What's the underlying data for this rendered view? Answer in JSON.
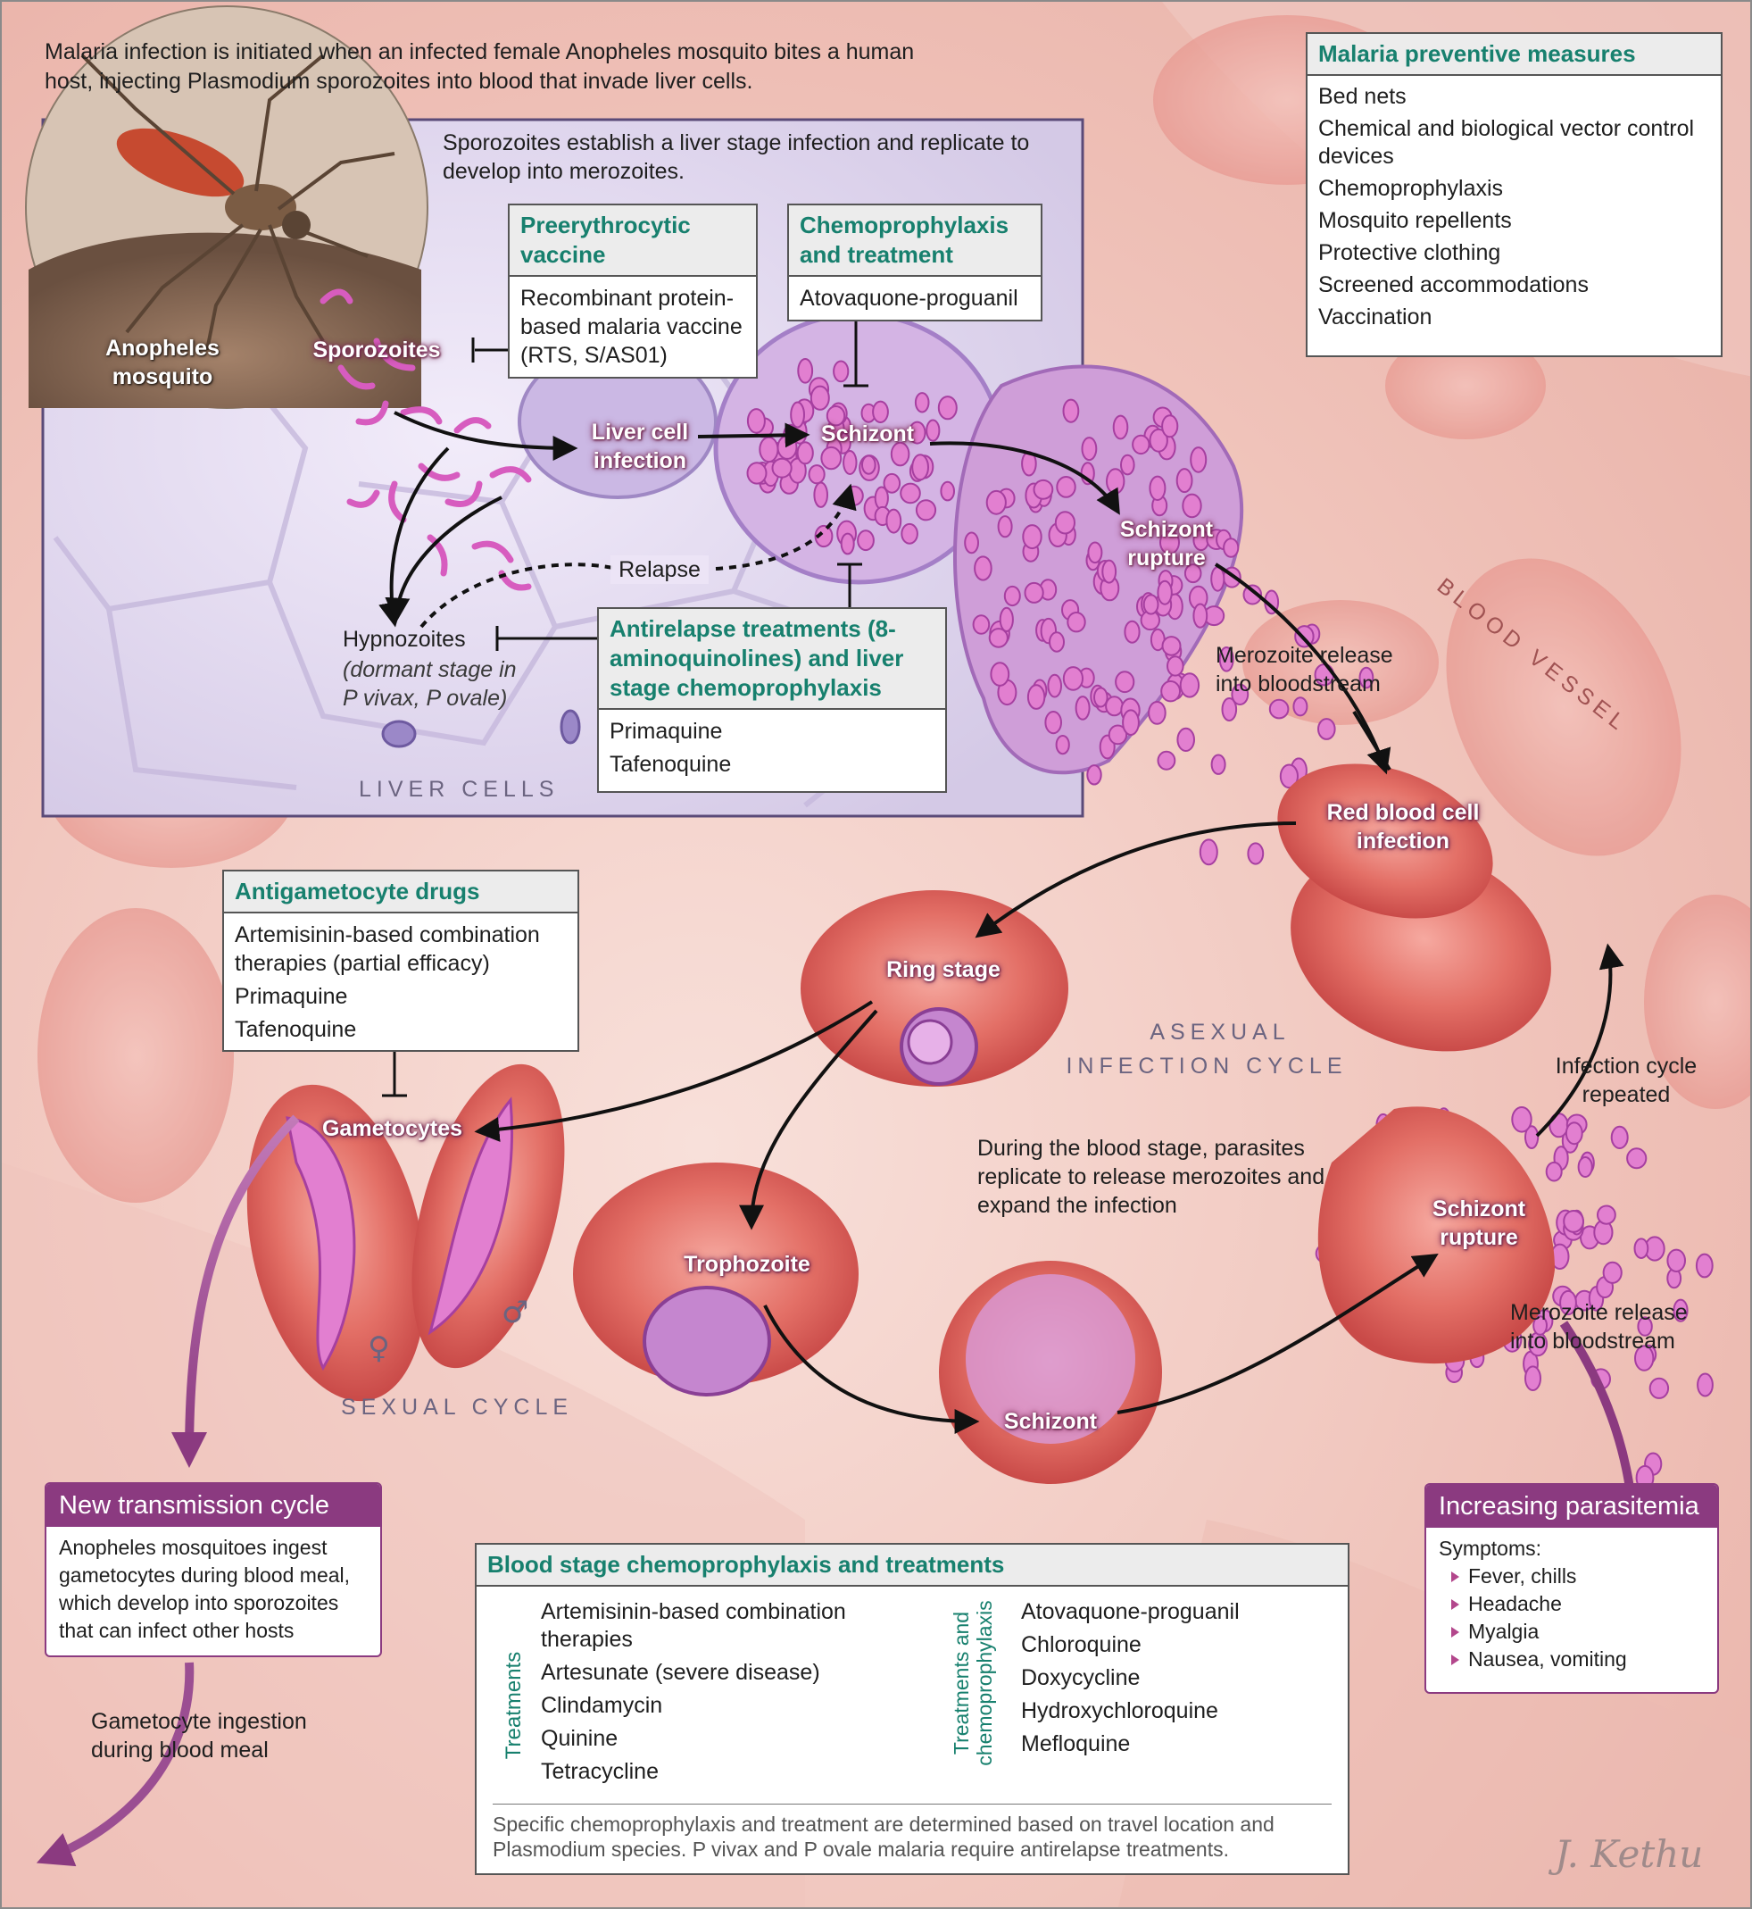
{
  "intro": "Malaria infection is initiated when an infected female Anopheles mosquito bites a human host, injecting Plasmodium sporozoites into blood that invade liver cells.",
  "liver_intro": "Sporozoites establish a liver stage infection and replicate to develop into merozoites.",
  "mosquito_label": "Anopheles mosquito",
  "stages": {
    "sporozoites": "Sporozoites",
    "liver_cell_infection": "Liver cell infection",
    "schizont_liver": "Schizont",
    "schizont_rupture_liver": "Schizont rupture",
    "relapse": "Relapse",
    "hypnozoites": "Hypnozoites",
    "hypnozoites_note": "(dormant stage in P vivax, P ovale)",
    "merozoite_release_1": "Merozoite release into bloodstream",
    "rbc_infection": "Red blood cell infection",
    "ring_stage": "Ring stage",
    "gametocytes": "Gametocytes",
    "trophozoite": "Trophozoite",
    "schizont_blood": "Schizont",
    "schizont_rupture_blood": "Schizont rupture",
    "infection_cycle_repeated": "Infection cycle repeated",
    "merozoite_release_2": "Merozoite release into bloodstream",
    "gametocyte_ingestion": "Gametocyte ingestion during blood meal"
  },
  "captions": {
    "liver_cells": "LIVER CELLS",
    "blood_vessel": "BLOOD VESSEL",
    "asexual_1": "ASEXUAL",
    "asexual_2": "INFECTION CYCLE",
    "sexual_cycle": "SEXUAL CYCLE",
    "blood_stage_note": "During the blood stage, parasites replicate to release merozoites and expand the infection",
    "female_symbol": "♀",
    "male_symbol": "♂"
  },
  "boxes": {
    "preventive": {
      "title": "Malaria preventive measures",
      "items": [
        "Bed nets",
        "Chemical and biological vector control devices",
        "Chemoprophylaxis",
        "Mosquito repellents",
        "Protective clothing",
        "Screened accommodations",
        "Vaccination"
      ]
    },
    "preerythrocytic": {
      "title": "Preerythrocytic vaccine",
      "body": "Recombinant protein-based malaria vaccine (RTS, S/AS01)"
    },
    "chemoprophylaxis": {
      "title": "Chemoprophylaxis and treatment",
      "body": "Atovaquone-proguanil"
    },
    "antirelapse": {
      "title": "Antirelapse treatments (8-aminoquinolines) and liver stage chemoprophylaxis",
      "items": [
        "Primaquine",
        "Tafenoquine"
      ]
    },
    "antigametocyte": {
      "title": "Antigametocyte drugs",
      "items": [
        "Artemisinin-based combination therapies (partial efficacy)",
        "Primaquine",
        "Tafenoquine"
      ]
    },
    "blood_stage": {
      "title": "Blood stage chemoprophylaxis and treatments",
      "treatments_label": "Treatments",
      "treatments": [
        "Artemisinin-based combination therapies",
        "Artesunate (severe disease)",
        "Clindamycin",
        "Quinine",
        "Tetracycline"
      ],
      "both_label": "Treatments and chemoprophylaxis",
      "both": [
        "Atovaquone-proguanil",
        "Chloroquine",
        "Doxycycline",
        "Hydroxychloroquine",
        "Mefloquine"
      ],
      "footnote": "Specific chemoprophylaxis and treatment are determined based on travel location and Plasmodium species. P vivax and P ovale malaria require antirelapse treatments."
    },
    "new_transmission": {
      "title": "New transmission cycle",
      "body": "Anopheles mosquitoes ingest gametocytes during blood meal, which develop into sporozoites that can infect other hosts"
    },
    "parasitemia": {
      "title": "Increasing parasitemia",
      "symptoms_label": "Symptoms:",
      "symptoms": [
        "Fever, chills",
        "Headache",
        "Myalgia",
        "Nausea, vomiting"
      ]
    }
  },
  "signature": "J. Kethu",
  "colors": {
    "teal": "#17806e",
    "purple": "#8b3a80",
    "parasite": "#d95cc0"
  }
}
